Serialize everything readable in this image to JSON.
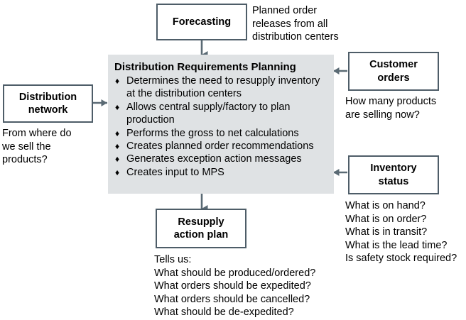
{
  "diagram": {
    "title_hidden": "Distribution Requirements Planning flow diagram",
    "accent_border_color": "#4e5d68",
    "panel_fill_color": "#dfe2e4",
    "arrow_color": "#5a6a74",
    "bullet_glyph": "♦"
  },
  "forecasting": {
    "label": "Forecasting",
    "note": "Planned order\nreleases from all\ndistribution centers"
  },
  "customer_orders": {
    "label": "Customer\norders",
    "note": "How many products\nare selling now?"
  },
  "distribution_network": {
    "label": "Distribution\nnetwork",
    "note": "From where do\nwe sell the\nproducts?"
  },
  "inventory_status": {
    "label": "Inventory\nstatus",
    "note": "What is on hand?\nWhat is on order?\nWhat is in transit?\nWhat is the lead time?\nIs safety stock required?"
  },
  "drp_panel": {
    "title": "Distribution Requirements Planning",
    "bullets": [
      "Determines the need to resupply inventory at the distribution centers",
      "Allows central supply/factory to plan production",
      "Performs the gross to net calculations",
      "Creates planned order recommendations",
      "Generates exception action messages",
      "Creates input to MPS"
    ]
  },
  "resupply_action_plan": {
    "label": "Resupply\naction plan",
    "note": "Tells us:\nWhat should be produced/ordered?\nWhat orders should be expedited?\nWhat orders should be cancelled?\nWhat should be de-expedited?"
  }
}
